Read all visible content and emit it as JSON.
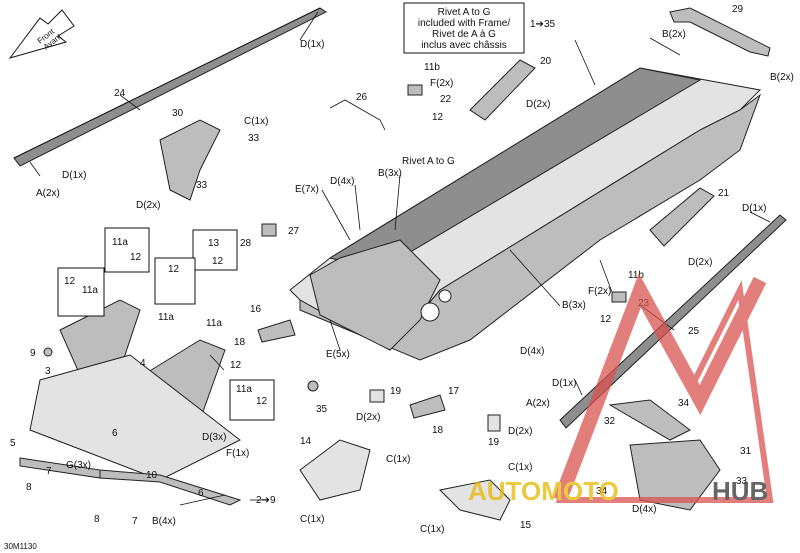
{
  "note_box": {
    "line1": "Rivet A to G",
    "line2": "included with Frame/",
    "line3": "Rivet de A à G",
    "line4": "inclus avec châssis"
  },
  "front_arrow": {
    "line1": "Front",
    "line2": "Avant"
  },
  "diagram_code": "30M1130",
  "watermark": {
    "part1": "AUTOMOTO",
    "part2": "HUB"
  },
  "refs": {
    "to35": "1➔35",
    "to9": "2➔9"
  },
  "labels": {
    "d1x_top": "D(1x)",
    "n24": "24",
    "d1x_left": "D(1x)",
    "a2x_left": "A(2x)",
    "n30": "30",
    "c1x_30": "C(1x)",
    "n33a": "33",
    "n33b": "33",
    "d2x_30": "D(2x)",
    "n26": "26",
    "n11b_top": "11b",
    "f2x_top": "F(2x)",
    "n22": "22",
    "n12_top": "12",
    "n20": "20",
    "d2x_20": "D(2x)",
    "n29": "29",
    "b2x_top": "B(2x)",
    "b2x_right": "B(2x)",
    "rivetAtoG": "Rivet A to G",
    "b3x_top": "B(3x)",
    "d4x_top": "D(4x)",
    "e7x": "E(7x)",
    "n28": "28",
    "n27": "27",
    "n21": "21",
    "d2x_21": "D(2x)",
    "d1x_right": "D(1x)",
    "n11a_a": "11a",
    "n12_a": "12",
    "n13": "13",
    "n12_b": "12",
    "n12_c": "12",
    "n11a_b": "11a",
    "n12_d": "12",
    "n11a_c": "11a",
    "n11a_d": "11a",
    "n16": "16",
    "n18a": "18",
    "n9": "9",
    "n3": "3",
    "n4": "4",
    "n12_e": "12",
    "e5x": "E(5x)",
    "b3x_mid": "B(3x)",
    "d4x_mid": "D(4x)",
    "n11b_right": "11b",
    "f2x_right": "F(2x)",
    "n23": "23",
    "n12_right": "12",
    "n25": "25",
    "n35": "35",
    "n19a": "19",
    "d2x_19a": "D(2x)",
    "n17": "17",
    "n18b": "18",
    "n19b": "19",
    "d2x_19b": "D(2x)",
    "d1x_rail": "D(1x)",
    "a2x_rail": "A(2x)",
    "n34a": "34",
    "n32": "32",
    "n31": "31",
    "n34b": "34",
    "n33c": "33",
    "d4x_bot": "D(4x)",
    "n11a_e": "11a",
    "n12_f": "12",
    "n6a": "6",
    "d3x": "D(3x)",
    "f1x": "F(1x)",
    "n5": "5",
    "n8a": "8",
    "n7a": "7",
    "g3x": "G(3x)",
    "n10": "10",
    "n6b": "6",
    "n8b": "8",
    "n7b": "7",
    "b4x": "B(4x)",
    "n14": "14",
    "c1x_14a": "C(1x)",
    "c1x_14b": "C(1x)",
    "c1x_15a": "C(1x)",
    "c1x_15b": "C(1x)",
    "n15": "15"
  }
}
